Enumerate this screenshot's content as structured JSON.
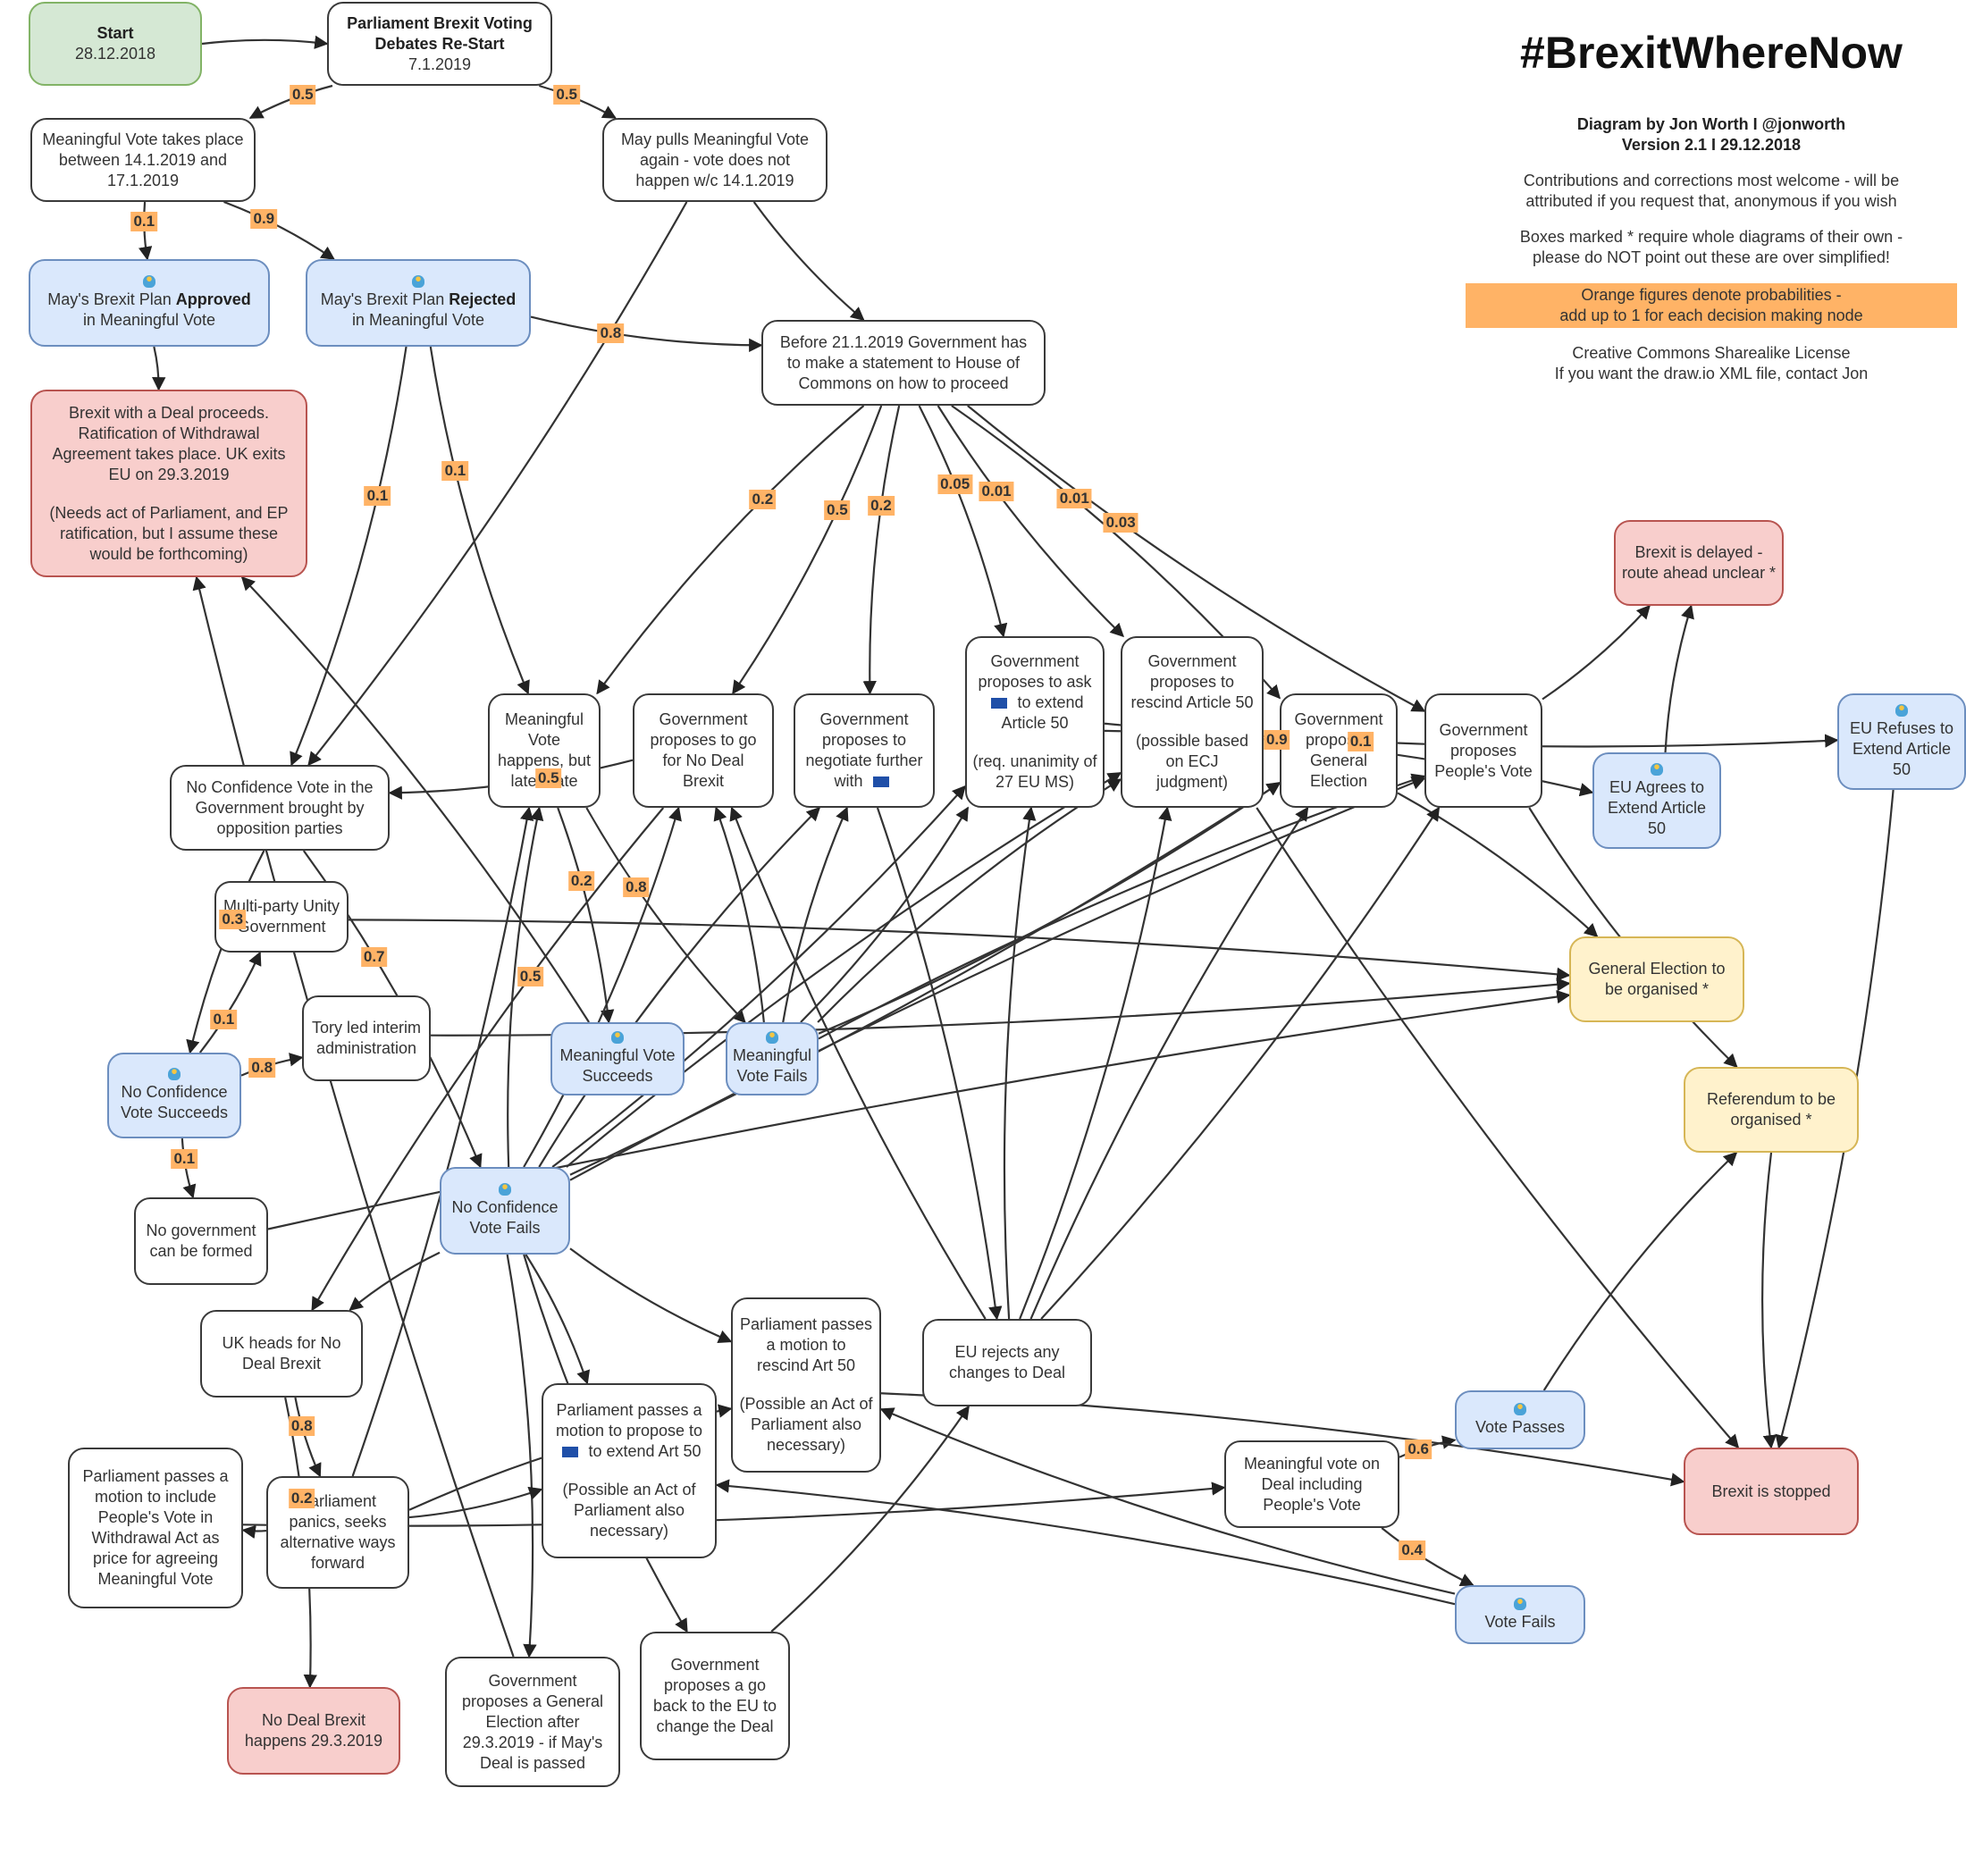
{
  "header": {
    "title": "#BrexitWhereNow",
    "author": "Diagram by Jon Worth I @jonworth",
    "version": "Version 2.1   I   29.12.2018",
    "contributions": [
      "Contributions and corrections most welcome - will be",
      "attributed if you request that, anonymous if you wish"
    ],
    "boxes_note": [
      "Boxes marked * require whole diagrams of their own -",
      "please do NOT point out these are over simplified!"
    ],
    "orange_note": [
      "Orange figures denote probabilities -",
      "add up to 1 for each decision making node"
    ],
    "license": [
      "Creative Commons Sharealike License",
      "If you want the draw.io XML file, contact Jon"
    ]
  },
  "colors": {
    "start": "#d5e8d4",
    "vote_outcome": "#dae8fc",
    "end_state": "#f8cecc",
    "to_be_organised": "#fff2cc",
    "probability": "#ffb366",
    "edge": "#333333"
  },
  "nodes": {
    "start": {
      "lines": [
        "<b>Start</b>",
        "28.12.2018"
      ]
    },
    "restart": {
      "lines": [
        "<b>Parliament Brexit Voting</b>",
        "<b>Debates Re-Start</b>",
        "7.1.2019"
      ]
    },
    "mv_takes_place": {
      "lines": [
        "Meaningful Vote takes place",
        "between 14.1.2019 and",
        "17.1.2019"
      ]
    },
    "may_pulls": {
      "lines": [
        "May pulls Meaningful Vote",
        "again - vote does not",
        "happen w/c 14.1.2019"
      ]
    },
    "approved": {
      "lines": [
        "May's Brexit Plan <b>Approved</b>",
        "in Meaningful Vote"
      ],
      "icon": "ballot-box-icon"
    },
    "rejected": {
      "lines": [
        "May's Brexit Plan <b>Rejected</b>",
        "in Meaningful Vote"
      ],
      "icon": "ballot-box-icon"
    },
    "statement": {
      "lines": [
        "Before 21.1.2019 Government has",
        "to make a statement to House of",
        "Commons on how to proceed"
      ]
    },
    "deal_proceeds": {
      "lines": [
        "Brexit with a Deal proceeds.",
        "Ratification of Withdrawal",
        "Agreement takes place. UK exits",
        "EU on 29.3.2019",
        "",
        "(Needs act of Parliament, and EP",
        "ratification, but I assume these",
        "would be forthcoming)"
      ]
    },
    "mv_later": {
      "lines": [
        "Meaningful",
        "Vote",
        "happens, but",
        "later date"
      ]
    },
    "gov_no_deal": {
      "lines": [
        "Government",
        "proposes to go",
        "for No Deal",
        "Brexit"
      ]
    },
    "gov_negotiate": {
      "lines": [
        "Government",
        "proposes to",
        "negotiate further",
        "with [EU]"
      ]
    },
    "gov_extend": {
      "lines": [
        "Government",
        "proposes to ask",
        "[EU] to extend",
        "Article 50",
        "",
        "(req. unanimity of",
        "27 EU MS)"
      ]
    },
    "gov_rescind": {
      "lines": [
        "Government",
        "proposes to",
        "rescind Article 50",
        "",
        "(possible based",
        "on ECJ",
        "judgment)"
      ]
    },
    "gov_ge": {
      "lines": [
        "Government",
        "proposes",
        "General",
        "Election"
      ]
    },
    "gov_pv": {
      "lines": [
        "Government",
        "proposes",
        "People's Vote"
      ]
    },
    "delayed": {
      "lines": [
        "Brexit is delayed -",
        "route ahead unclear *"
      ]
    },
    "eu_agrees": {
      "lines": [
        "EU Agrees to",
        "Extend Article",
        "50"
      ],
      "icon": "ballot-box-icon"
    },
    "eu_refuses": {
      "lines": [
        "EU Refuses to",
        "Extend Article",
        "50"
      ],
      "icon": "ballot-box-icon"
    },
    "no_conf": {
      "lines": [
        "No Confidence Vote in the",
        "Government brought by",
        "opposition parties"
      ]
    },
    "unity": {
      "lines": [
        "Multi-party Unity",
        "Government"
      ]
    },
    "tory": {
      "lines": [
        "Tory led interim",
        "administration"
      ]
    },
    "mv_succeeds": {
      "lines": [
        "Meaningful Vote",
        "Succeeds"
      ],
      "icon": "ballot-box-icon"
    },
    "mv_fails": {
      "lines": [
        "Meaningful",
        "Vote Fails"
      ],
      "icon": "ballot-box-icon"
    },
    "ge_org": {
      "lines": [
        "General Election to",
        "be organised *"
      ]
    },
    "ref_org": {
      "lines": [
        "Referendum to be",
        "organised *"
      ]
    },
    "nc_succeeds": {
      "lines": [
        "No Confidence",
        "Vote Succeeds"
      ],
      "icon": "ballot-box-icon"
    },
    "no_gov": {
      "lines": [
        "No government",
        "can be formed"
      ]
    },
    "nc_fails": {
      "lines": [
        "No Confidence",
        "Vote Fails"
      ],
      "icon": "ballot-box-icon"
    },
    "uk_no_deal": {
      "lines": [
        "UK heads for No",
        "Deal Brexit"
      ]
    },
    "parl_rescind": {
      "lines": [
        "Parliament passes",
        "a motion to",
        "rescind Art 50",
        "",
        "(Possible an Act of",
        "Parliament also",
        "necessary)"
      ]
    },
    "eu_rejects": {
      "lines": [
        "EU rejects any",
        "changes to Deal"
      ]
    },
    "parl_extend": {
      "lines": [
        "Parliament passes a",
        "motion to propose to",
        "[EU] to extend Art 50",
        "",
        "(Possible an Act of",
        "Parliament also",
        "necessary)"
      ]
    },
    "vote_passes": {
      "lines": [
        "Vote Passes"
      ],
      "icon": "ballot-box-icon"
    },
    "mv_pv": {
      "lines": [
        "Meaningful vote on",
        "Deal including",
        "People's Vote"
      ]
    },
    "brexit_stopped": {
      "lines": [
        "Brexit is stopped"
      ]
    },
    "parl_pv": {
      "lines": [
        "Parliament passes a",
        "motion to include",
        "People's Vote in",
        "Withdrawal Act as",
        "price for agreeing",
        "Meaningful Vote"
      ]
    },
    "panics": {
      "lines": [
        "Parliament",
        "panics, seeks",
        "alternative ways",
        "forward"
      ]
    },
    "vote_fails": {
      "lines": [
        "Vote Fails"
      ],
      "icon": "ballot-box-icon"
    },
    "no_deal_happens": {
      "lines": [
        "No Deal Brexit",
        "happens 29.3.2019"
      ]
    },
    "gov_ge_after": {
      "lines": [
        "Government",
        "proposes a General",
        "Election after",
        "29.3.2019 - if May's",
        "Deal is passed"
      ]
    },
    "gov_back_eu": {
      "lines": [
        "Government",
        "proposes a go",
        "back to the EU to",
        "change the Deal"
      ]
    }
  },
  "edges": [
    {
      "from": "start",
      "to": "restart"
    },
    {
      "from": "restart",
      "to": "mv_takes_place",
      "p": "0.5"
    },
    {
      "from": "restart",
      "to": "may_pulls",
      "p": "0.5"
    },
    {
      "from": "mv_takes_place",
      "to": "approved",
      "p": "0.1"
    },
    {
      "from": "mv_takes_place",
      "to": "rejected",
      "p": "0.9"
    },
    {
      "from": "may_pulls",
      "to": "statement"
    },
    {
      "from": "may_pulls",
      "to": "no_conf"
    },
    {
      "from": "rejected",
      "to": "statement",
      "p": "0.8"
    },
    {
      "from": "rejected",
      "to": "no_conf",
      "p": "0.1"
    },
    {
      "from": "rejected",
      "to": "mv_later",
      "p": "0.1"
    },
    {
      "from": "approved",
      "to": "deal_proceeds"
    },
    {
      "from": "statement",
      "to": "mv_later",
      "p": "0.2"
    },
    {
      "from": "statement",
      "to": "gov_no_deal",
      "p": "0.5"
    },
    {
      "from": "statement",
      "to": "gov_negotiate",
      "p": "0.2"
    },
    {
      "from": "statement",
      "to": "gov_extend",
      "p": "0.05"
    },
    {
      "from": "statement",
      "to": "gov_rescind",
      "p": "0.01"
    },
    {
      "from": "statement",
      "to": "gov_ge",
      "p": "0.01"
    },
    {
      "from": "statement",
      "to": "gov_pv",
      "p": "0.03"
    },
    {
      "from": "gov_no_deal",
      "to": "no_conf",
      "p": "0.5"
    },
    {
      "from": "gov_no_deal",
      "to": "uk_no_deal",
      "p": "0.5"
    },
    {
      "from": "mv_later",
      "to": "mv_succeeds",
      "p": "0.2"
    },
    {
      "from": "mv_later",
      "to": "mv_fails",
      "p": "0.8"
    },
    {
      "from": "gov_extend",
      "to": "eu_agrees",
      "p": "0.9"
    },
    {
      "from": "gov_extend",
      "to": "eu_refuses",
      "p": "0.1"
    },
    {
      "from": "eu_agrees",
      "to": "delayed"
    },
    {
      "from": "gov_pv",
      "to": "ref_org"
    },
    {
      "from": "gov_ge",
      "to": "ge_org"
    },
    {
      "from": "no_conf",
      "to": "nc_succeeds",
      "p": "0.3"
    },
    {
      "from": "no_conf",
      "to": "nc_fails",
      "p": "0.7"
    },
    {
      "from": "nc_succeeds",
      "to": "unity",
      "p": "0.1"
    },
    {
      "from": "nc_succeeds",
      "to": "tory",
      "p": "0.8"
    },
    {
      "from": "nc_succeeds",
      "to": "no_gov",
      "p": "0.1"
    },
    {
      "from": "unity",
      "to": "ge_org"
    },
    {
      "from": "tory",
      "to": "ge_org"
    },
    {
      "from": "no_gov",
      "to": "ge_org"
    },
    {
      "from": "mv_fails",
      "to": "gov_no_deal"
    },
    {
      "from": "mv_fails",
      "to": "gov_negotiate"
    },
    {
      "from": "mv_fails",
      "to": "gov_extend"
    },
    {
      "from": "mv_fails",
      "to": "gov_rescind"
    },
    {
      "from": "mv_fails",
      "to": "gov_ge"
    },
    {
      "from": "mv_fails",
      "to": "gov_pv"
    },
    {
      "from": "mv_succeeds",
      "to": "deal_proceeds"
    },
    {
      "from": "nc_fails",
      "to": "mv_later"
    },
    {
      "from": "nc_fails",
      "to": "gov_no_deal"
    },
    {
      "from": "nc_fails",
      "to": "gov_negotiate"
    },
    {
      "from": "nc_fails",
      "to": "gov_extend"
    },
    {
      "from": "nc_fails",
      "to": "gov_rescind"
    },
    {
      "from": "nc_fails",
      "to": "gov_ge"
    },
    {
      "from": "nc_fails",
      "to": "gov_pv"
    },
    {
      "from": "nc_fails",
      "to": "uk_no_deal"
    },
    {
      "from": "nc_fails",
      "to": "parl_extend"
    },
    {
      "from": "nc_fails",
      "to": "parl_rescind"
    },
    {
      "from": "nc_fails",
      "to": "gov_ge_after"
    },
    {
      "from": "nc_fails",
      "to": "gov_back_eu"
    },
    {
      "from": "uk_no_deal",
      "to": "no_deal_happens",
      "p": "0.2"
    },
    {
      "from": "uk_no_deal",
      "to": "panics",
      "p": "0.8"
    },
    {
      "from": "panics",
      "to": "parl_pv"
    },
    {
      "from": "panics",
      "to": "parl_extend"
    },
    {
      "from": "panics",
      "to": "parl_rescind"
    },
    {
      "from": "panics",
      "to": "mv_later"
    },
    {
      "from": "gov_negotiate",
      "to": "eu_rejects"
    },
    {
      "from": "gov_back_eu",
      "to": "eu_rejects"
    },
    {
      "from": "eu_rejects",
      "to": "gov_extend"
    },
    {
      "from": "eu_rejects",
      "to": "gov_rescind"
    },
    {
      "from": "eu_rejects",
      "to": "gov_ge"
    },
    {
      "from": "eu_rejects",
      "to": "gov_pv"
    },
    {
      "from": "eu_rejects",
      "to": "gov_no_deal"
    },
    {
      "from": "parl_pv",
      "to": "mv_pv"
    },
    {
      "from": "mv_pv",
      "to": "vote_passes",
      "p": "0.6"
    },
    {
      "from": "mv_pv",
      "to": "vote_fails",
      "p": "0.4"
    },
    {
      "from": "vote_passes",
      "to": "ref_org"
    },
    {
      "from": "vote_fails",
      "to": "parl_extend"
    },
    {
      "from": "vote_fails",
      "to": "parl_rescind"
    },
    {
      "from": "ref_org",
      "to": "brexit_stopped"
    },
    {
      "from": "parl_rescind",
      "to": "brexit_stopped"
    },
    {
      "from": "gov_rescind",
      "to": "brexit_stopped"
    },
    {
      "from": "eu_refuses",
      "to": "brexit_stopped"
    },
    {
      "from": "gov_pv",
      "to": "delayed"
    },
    {
      "from": "gov_ge_after",
      "to": "deal_proceeds"
    }
  ]
}
